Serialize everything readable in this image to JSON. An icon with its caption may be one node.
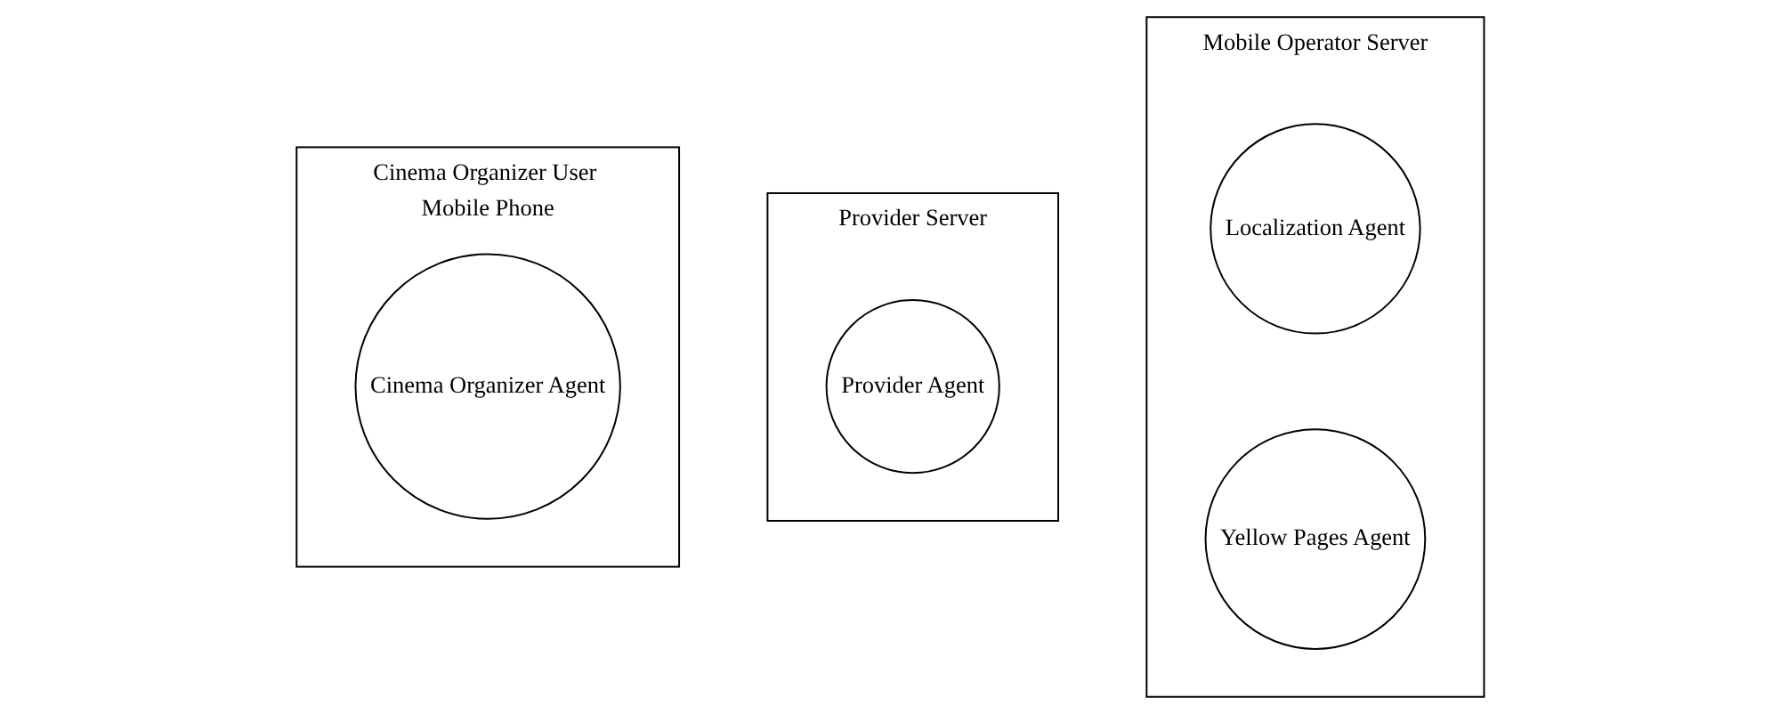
{
  "diagram": {
    "nodes": [
      {
        "text": [
          "Cinema Organizer User Mobile Phone"
        ]
      },
      {
        "text": [
          "Cinema Organizer Agent"
        ],
        "in": 0
      },
      {
        "text": [
          "Provider Server"
        ]
      },
      {
        "text": [
          "Provider Agent"
        ],
        "in": 2
      },
      {
        "text": [
          "Mobile Operator Server"
        ]
      },
      {
        "text": [
          "Localization Agent"
        ],
        "in": 4
      },
      {
        "text": [
          "Yellow Pages Agent"
        ],
        "in": 4
      }
    ]
  }
}
